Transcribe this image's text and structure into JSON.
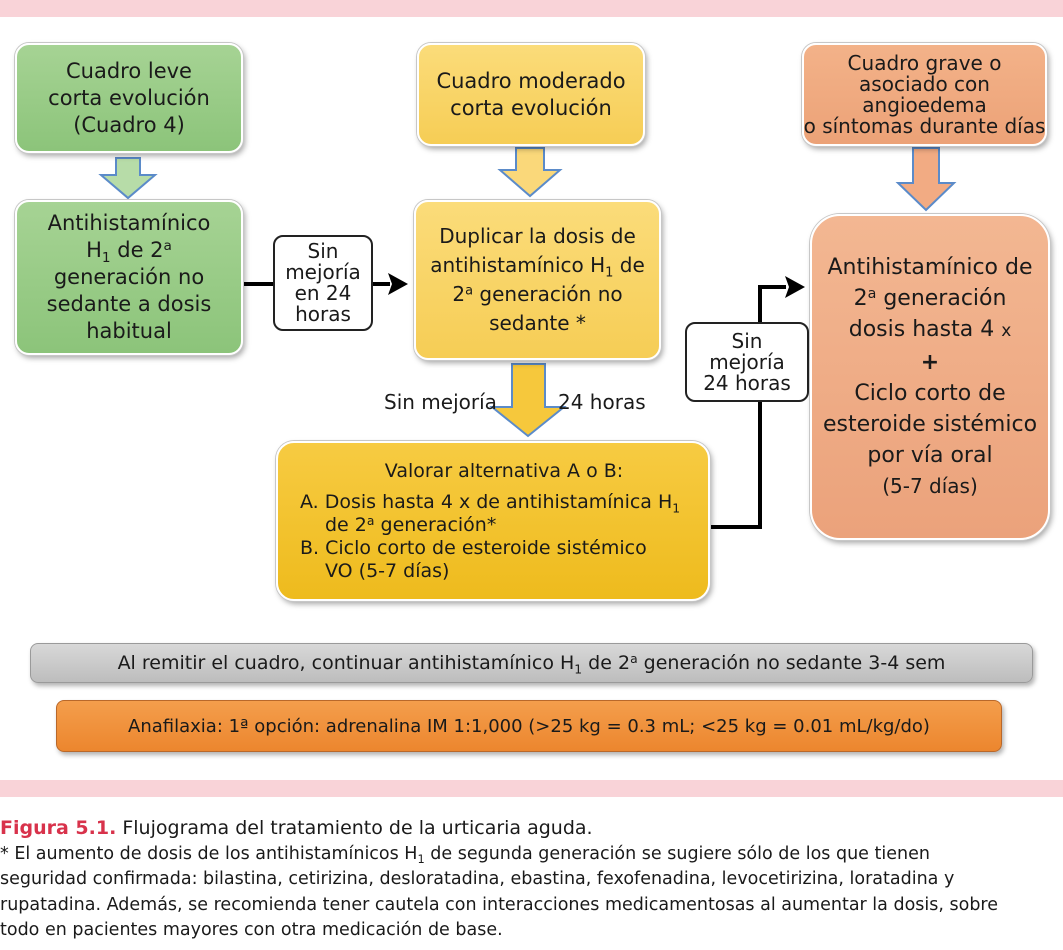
{
  "boxes": {
    "leve": [
      "Cuadro leve",
      "corta evolución",
      "(Cuadro 4)"
    ],
    "moderado": [
      "Cuadro moderado",
      "corta evolución"
    ],
    "grave": [
      "Cuadro grave o",
      "asociado con",
      "angioedema",
      "o síntomas durante días"
    ],
    "anti1": {
      "l1": "Antihistamínico",
      "l2a": "H",
      "l2sub": "1",
      "l2b": " de 2",
      "l2sup": "a",
      "l3": "generación no",
      "l4": "sedante a dosis",
      "l5": "habitual"
    },
    "duplicar": {
      "l1": "Duplicar la dosis de",
      "l2a": "antihistamínico H",
      "l2sub": "1",
      "l2b": " de",
      "l3a": "2",
      "l3sup": "a",
      "l3b": " generación no",
      "l4": "sedante *"
    },
    "valorar": {
      "title": "Valorar alternativa  A o B:",
      "a1": "A. Dosis hasta  4 x de antihistamínica H",
      "a1sub": "1",
      "a2a": "de 2",
      "a2sup": "a",
      "a2b": " generación*",
      "b1": "B.  Ciclo corto de  esteroide  sistémico",
      "b2": "VO (5-7 días)"
    },
    "grave_tx": {
      "l1": "Antihistamínico de",
      "l2a": "2",
      "l2sup": "a",
      "l2b": " generación",
      "l3a": "dosis hasta 4 ",
      "l3b": "x",
      "plus": "+",
      "l4": "Ciclo corto de",
      "l5": "esteroide sistémico",
      "l6": "por vía oral",
      "l7": "(5-7 días)"
    }
  },
  "notes": {
    "sin1": [
      "Sin",
      "mejoría",
      "en 24",
      "horas"
    ],
    "sin2": [
      "Sin",
      "mejoría",
      "24 horas"
    ]
  },
  "labels": {
    "sin_mejoria": "Sin mejoría",
    "horas24": "24 horas"
  },
  "bars": {
    "gray": {
      "a": "Al remitir el cuadro, continuar antihistamínico H",
      "sub": "1",
      "b": " de 2",
      "sup": "a",
      "c": "  generación no sedante 3-4 sem"
    },
    "orange": "Anafilaxia: 1ª opción: adrenalina IM 1:1,000 (>25 kg = 0.3 mL; <25 kg = 0.01 mL/kg/do)"
  },
  "caption": {
    "fig": "Figura 5.1.",
    "title": " Flujograma del tratamiento de la urticaria aguda.",
    "n1a": "* El aumento de dosis de los antihistamínicos H",
    "n1sub": "1",
    "n1b": " de segunda generación se sugiere sólo de los que tienen",
    "n2": "seguridad confirmada: bilastina, cetirizina, desloratadina, ebastina, fexofenadina, levocetirizina, loratadina y",
    "n3": "rupatadina. Además, se recomienda tener cautela con interacciones medicamentosas al aumentar la dosis, sobre",
    "n4": "todo en pacientes mayores con otra medicación de base."
  },
  "colors": {
    "band": "#f9d3d8",
    "green": "#9acd85",
    "yellow": "#f8d468",
    "gold": "#f2c230",
    "salmon": "#efaa80",
    "gray_bar": "#c8c8c8",
    "orange_bar": "#f0913c",
    "figure_label": "#d8324b"
  }
}
